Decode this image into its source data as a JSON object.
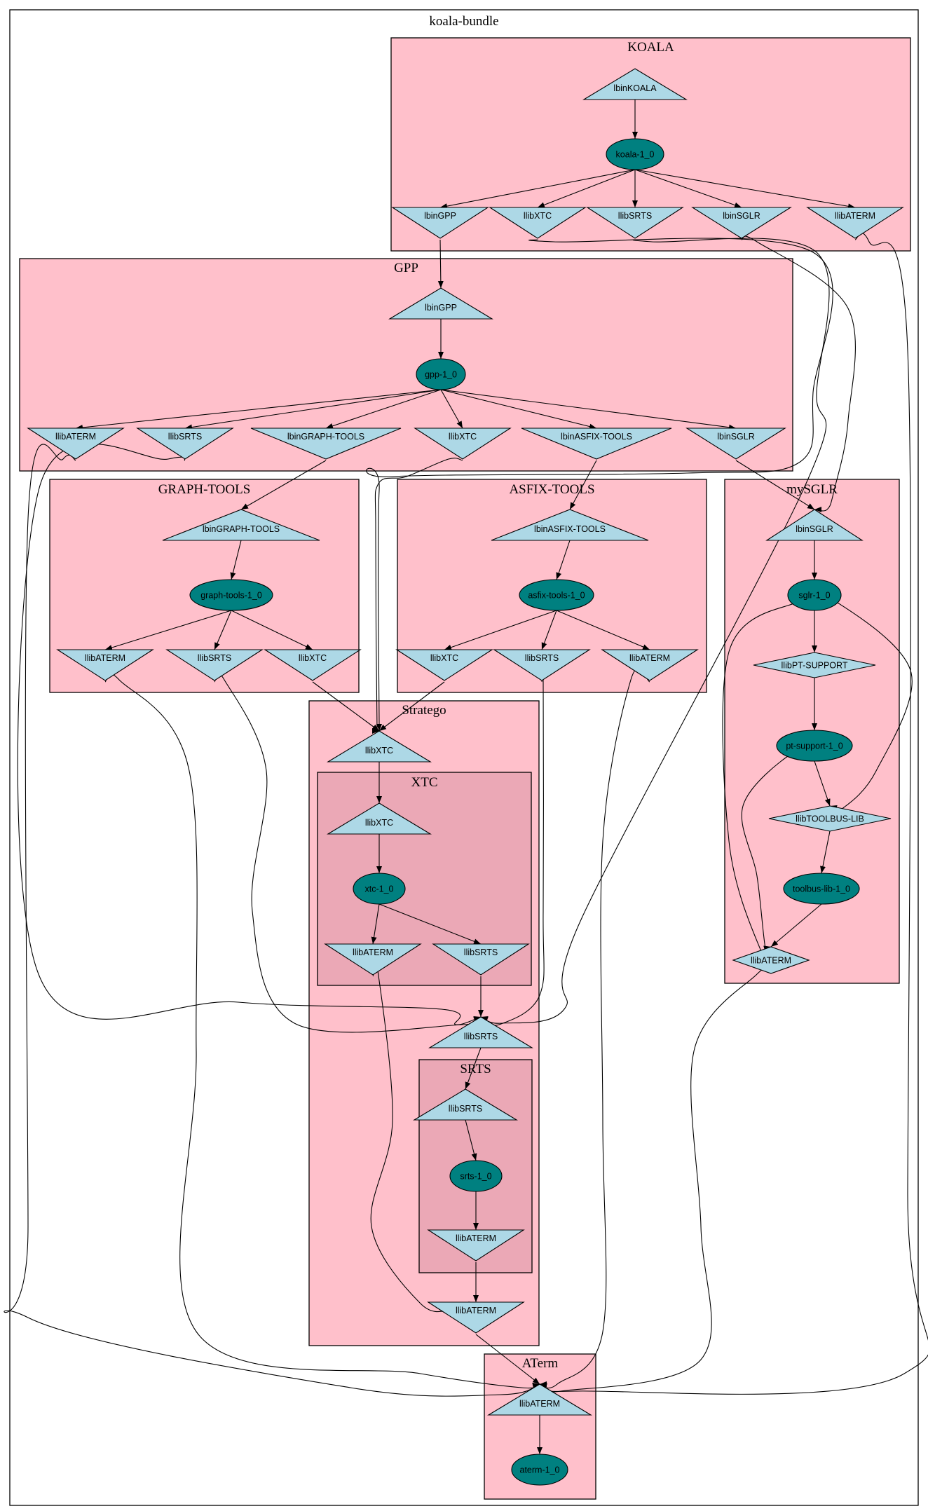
{
  "colors": {
    "cluster_fill": "#ffc0cb",
    "inner_cluster_fill": "#eba8b6",
    "node_fill": "#add8e6",
    "package_fill": "#008080",
    "background": "#ffffff"
  },
  "clusters": [
    {
      "id": "root",
      "label": "koala-bundle",
      "level": 0
    },
    {
      "id": "koala",
      "label": "KOALA",
      "level": 1
    },
    {
      "id": "gpp",
      "label": "GPP",
      "level": 1
    },
    {
      "id": "graphtools",
      "label": "GRAPH-TOOLS",
      "level": 1
    },
    {
      "id": "asfix",
      "label": "ASFIX-TOOLS",
      "level": 1
    },
    {
      "id": "mysglr",
      "label": "mySGLR",
      "level": 1
    },
    {
      "id": "stratego",
      "label": "Stratego",
      "level": 1
    },
    {
      "id": "xtc",
      "label": "XTC",
      "level": 2
    },
    {
      "id": "srts",
      "label": "SRTS",
      "level": 2
    },
    {
      "id": "aterm",
      "label": "ATerm",
      "level": 1
    }
  ],
  "nodes": [
    {
      "id": "k_bin",
      "label": "lbinKOALA",
      "shape": "triangle-up"
    },
    {
      "id": "k_pkg",
      "label": "koala-1_0",
      "shape": "ellipse"
    },
    {
      "id": "k_gpp",
      "label": "lbinGPP",
      "shape": "triangle-down"
    },
    {
      "id": "k_xtc",
      "label": "llibXTC",
      "shape": "triangle-down"
    },
    {
      "id": "k_srts",
      "label": "llibSRTS",
      "shape": "triangle-down"
    },
    {
      "id": "k_sglr",
      "label": "lbinSGLR",
      "shape": "triangle-down"
    },
    {
      "id": "k_aterm",
      "label": "llibATERM",
      "shape": "triangle-down"
    },
    {
      "id": "g_bin",
      "label": "lbinGPP",
      "shape": "triangle-up"
    },
    {
      "id": "g_pkg",
      "label": "gpp-1_0",
      "shape": "ellipse"
    },
    {
      "id": "g_aterm",
      "label": "llibATERM",
      "shape": "triangle-down"
    },
    {
      "id": "g_srts",
      "label": "llibSRTS",
      "shape": "triangle-down"
    },
    {
      "id": "g_graph",
      "label": "lbinGRAPH-TOOLS",
      "shape": "triangle-down"
    },
    {
      "id": "g_xtc",
      "label": "llibXTC",
      "shape": "triangle-down"
    },
    {
      "id": "g_asfix",
      "label": "lbinASFIX-TOOLS",
      "shape": "triangle-down"
    },
    {
      "id": "g_sglr",
      "label": "lbinSGLR",
      "shape": "triangle-down"
    },
    {
      "id": "gt_bin",
      "label": "lbinGRAPH-TOOLS",
      "shape": "triangle-up"
    },
    {
      "id": "gt_pkg",
      "label": "graph-tools-1_0",
      "shape": "ellipse"
    },
    {
      "id": "gt_aterm",
      "label": "llibATERM",
      "shape": "triangle-down"
    },
    {
      "id": "gt_srts",
      "label": "llibSRTS",
      "shape": "triangle-down"
    },
    {
      "id": "gt_xtc",
      "label": "llibXTC",
      "shape": "triangle-down"
    },
    {
      "id": "af_bin",
      "label": "lbinASFIX-TOOLS",
      "shape": "triangle-up"
    },
    {
      "id": "af_pkg",
      "label": "asfix-tools-1_0",
      "shape": "ellipse"
    },
    {
      "id": "af_xtc",
      "label": "llibXTC",
      "shape": "triangle-down"
    },
    {
      "id": "af_srts",
      "label": "llibSRTS",
      "shape": "triangle-down"
    },
    {
      "id": "af_aterm",
      "label": "llibATERM",
      "shape": "triangle-down"
    },
    {
      "id": "sg_bin",
      "label": "lbinSGLR",
      "shape": "triangle-up"
    },
    {
      "id": "sg_pkg",
      "label": "sglr-1_0",
      "shape": "ellipse"
    },
    {
      "id": "sg_pts",
      "label": "llibPT-SUPPORT",
      "shape": "diamond"
    },
    {
      "id": "sg_ptpkg",
      "label": "pt-support-1_0",
      "shape": "ellipse"
    },
    {
      "id": "sg_tb",
      "label": "llibTOOLBUS-LIB",
      "shape": "diamond"
    },
    {
      "id": "sg_tbpkg",
      "label": "toolbus-lib-1_0",
      "shape": "ellipse"
    },
    {
      "id": "sg_aterm",
      "label": "llibATERM",
      "shape": "diamond"
    },
    {
      "id": "st_xtc",
      "label": "llibXTC",
      "shape": "triangle-up"
    },
    {
      "id": "x_xtc",
      "label": "llibXTC",
      "shape": "triangle-up"
    },
    {
      "id": "x_pkg",
      "label": "xtc-1_0",
      "shape": "ellipse"
    },
    {
      "id": "x_aterm",
      "label": "llibATERM",
      "shape": "triangle-down"
    },
    {
      "id": "x_srts",
      "label": "llibSRTS",
      "shape": "triangle-down"
    },
    {
      "id": "st_srts",
      "label": "llibSRTS",
      "shape": "triangle-up"
    },
    {
      "id": "s_srts",
      "label": "llibSRTS",
      "shape": "triangle-up"
    },
    {
      "id": "s_pkg",
      "label": "srts-1_0",
      "shape": "ellipse"
    },
    {
      "id": "s_aterm",
      "label": "llibATERM",
      "shape": "triangle-down"
    },
    {
      "id": "st_aterm",
      "label": "llibATERM",
      "shape": "triangle-down"
    },
    {
      "id": "at_aterm",
      "label": "llibATERM",
      "shape": "triangle-up"
    },
    {
      "id": "at_pkg",
      "label": "aterm-1_0",
      "shape": "ellipse"
    }
  ],
  "edges": [
    {
      "from": "k_bin",
      "to": "k_pkg"
    },
    {
      "from": "k_pkg",
      "to": "k_gpp"
    },
    {
      "from": "k_pkg",
      "to": "k_xtc"
    },
    {
      "from": "k_pkg",
      "to": "k_srts"
    },
    {
      "from": "k_pkg",
      "to": "k_sglr"
    },
    {
      "from": "k_pkg",
      "to": "k_aterm"
    },
    {
      "from": "k_gpp",
      "to": "g_bin"
    },
    {
      "from": "k_xtc",
      "to": "st_xtc"
    },
    {
      "from": "k_srts",
      "to": "st_srts"
    },
    {
      "from": "k_sglr",
      "to": "sg_bin"
    },
    {
      "from": "k_aterm",
      "to": "at_aterm"
    },
    {
      "from": "g_bin",
      "to": "g_pkg"
    },
    {
      "from": "g_pkg",
      "to": "g_aterm"
    },
    {
      "from": "g_pkg",
      "to": "g_srts"
    },
    {
      "from": "g_pkg",
      "to": "g_graph"
    },
    {
      "from": "g_pkg",
      "to": "g_xtc"
    },
    {
      "from": "g_pkg",
      "to": "g_asfix"
    },
    {
      "from": "g_pkg",
      "to": "g_sglr"
    },
    {
      "from": "g_aterm",
      "to": "at_aterm"
    },
    {
      "from": "g_srts",
      "to": "st_srts"
    },
    {
      "from": "g_graph",
      "to": "gt_bin"
    },
    {
      "from": "g_xtc",
      "to": "st_xtc"
    },
    {
      "from": "g_asfix",
      "to": "af_bin"
    },
    {
      "from": "g_sglr",
      "to": "sg_bin"
    },
    {
      "from": "gt_bin",
      "to": "gt_pkg"
    },
    {
      "from": "gt_pkg",
      "to": "gt_aterm"
    },
    {
      "from": "gt_pkg",
      "to": "gt_srts"
    },
    {
      "from": "gt_pkg",
      "to": "gt_xtc"
    },
    {
      "from": "gt_aterm",
      "to": "at_aterm"
    },
    {
      "from": "gt_srts",
      "to": "st_srts"
    },
    {
      "from": "gt_xtc",
      "to": "st_xtc"
    },
    {
      "from": "af_bin",
      "to": "af_pkg"
    },
    {
      "from": "af_pkg",
      "to": "af_xtc"
    },
    {
      "from": "af_pkg",
      "to": "af_srts"
    },
    {
      "from": "af_pkg",
      "to": "af_aterm"
    },
    {
      "from": "af_xtc",
      "to": "st_xtc"
    },
    {
      "from": "af_srts",
      "to": "st_srts"
    },
    {
      "from": "af_aterm",
      "to": "at_aterm"
    },
    {
      "from": "sg_bin",
      "to": "sg_pkg"
    },
    {
      "from": "sg_pkg",
      "to": "sg_pts"
    },
    {
      "from": "sg_pkg",
      "to": "sg_tb"
    },
    {
      "from": "sg_pkg",
      "to": "sg_aterm"
    },
    {
      "from": "sg_pts",
      "to": "sg_ptpkg"
    },
    {
      "from": "sg_ptpkg",
      "to": "sg_tb"
    },
    {
      "from": "sg_ptpkg",
      "to": "sg_aterm"
    },
    {
      "from": "sg_tb",
      "to": "sg_tbpkg"
    },
    {
      "from": "sg_tbpkg",
      "to": "sg_aterm"
    },
    {
      "from": "sg_aterm",
      "to": "at_aterm"
    },
    {
      "from": "st_xtc",
      "to": "x_xtc"
    },
    {
      "from": "x_xtc",
      "to": "x_pkg"
    },
    {
      "from": "x_pkg",
      "to": "x_aterm"
    },
    {
      "from": "x_pkg",
      "to": "x_srts"
    },
    {
      "from": "x_aterm",
      "to": "st_aterm"
    },
    {
      "from": "x_srts",
      "to": "st_srts"
    },
    {
      "from": "st_srts",
      "to": "s_srts"
    },
    {
      "from": "s_srts",
      "to": "s_pkg"
    },
    {
      "from": "s_pkg",
      "to": "s_aterm"
    },
    {
      "from": "s_aterm",
      "to": "st_aterm"
    },
    {
      "from": "st_aterm",
      "to": "at_aterm"
    },
    {
      "from": "at_aterm",
      "to": "at_pkg"
    }
  ]
}
